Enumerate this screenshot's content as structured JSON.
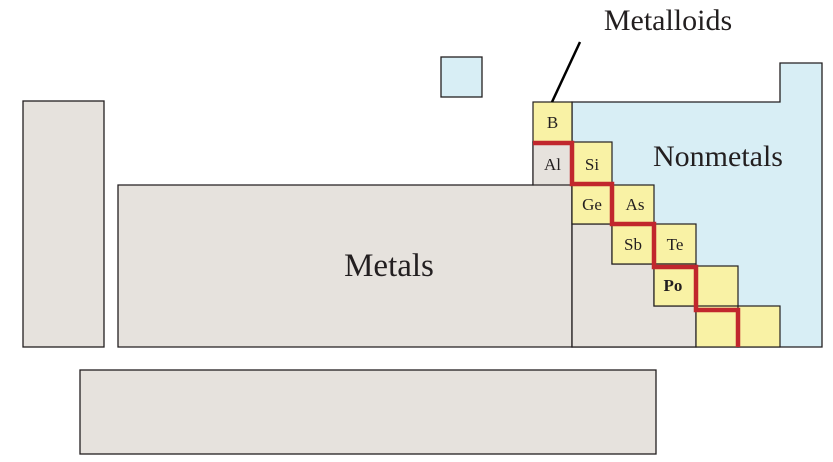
{
  "labels": {
    "metalloids": "Metalloids",
    "nonmetals": "Nonmetals",
    "metals": "Metals"
  },
  "elements": {
    "boron": "B",
    "aluminum": "Al",
    "silicon": "Si",
    "germanium": "Ge",
    "arsenic": "As",
    "antimony": "Sb",
    "tellurium": "Te",
    "polonium": "Po"
  },
  "colors": {
    "metals": "#e6e2dd",
    "nonmetals": "#d8eef5",
    "metalloids": "#f9f2a5",
    "dividing_line": "#c1272d"
  }
}
